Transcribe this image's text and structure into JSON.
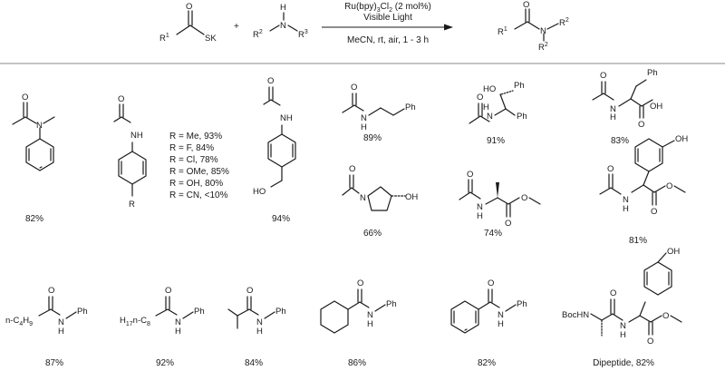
{
  "reaction": {
    "reagent1": {
      "r": "R",
      "r_sub": "1",
      "s": "SK",
      "o": "O"
    },
    "plus": "+",
    "reagent2": {
      "r2": "R",
      "r2_sub": "2",
      "n": "N",
      "h": "H",
      "r3": "R",
      "r3_sub": "3"
    },
    "conditions_top_1": "Ru(bpy)",
    "conditions_top_1_sub": "3",
    "conditions_top_1_tail": "Cl",
    "conditions_top_1_sub2": "2",
    "conditions_top_1_end": " (2 mol%)",
    "conditions_top_2": "Visible Light",
    "conditions_bottom": "MeCN, rt, air, 1 - 3 h",
    "product": {
      "r1": "R",
      "r1_sub": "1",
      "o": "O",
      "n": "N",
      "r2": "R",
      "r2_sub": "2",
      "r2b": "R",
      "r2b_sub": "2"
    }
  },
  "row1": {
    "p1_yield": "82%",
    "p2_list": [
      "R = Me, 93%",
      "R = F, 84%",
      "R = Cl, 78%",
      "R = OMe, 85%",
      "R = OH, 80%",
      "R = CN, <10%"
    ],
    "p2_r": "R",
    "p3_yield": "94%",
    "p4_yield": "89%",
    "p5_yield": "91%",
    "p6_yield": "83%",
    "p7_yield": "66%",
    "p8_yield": "74%",
    "p9_yield": "81%"
  },
  "row2": {
    "q1_yield": "87%",
    "q2_yield": "92%",
    "q3_yield": "84%",
    "q4_yield": "86%",
    "q5_yield": "82%",
    "q6_yield": "Dipeptide, 82%"
  },
  "atoms": {
    "O": "O",
    "N": "N",
    "NH": "NH",
    "H": "H",
    "Ph": "Ph",
    "HO": "HO",
    "OH": "OH",
    "BocHN": "BocHN",
    "nC4H9_a": "n-C",
    "nC4H9_sub1": "4",
    "nC4H9_b": "H",
    "nC4H9_sub2": "9",
    "H17nC8_a": "H",
    "H17nC8_sub1": "17",
    "H17nC8_b": "n-C",
    "H17nC8_sub2": "8"
  }
}
